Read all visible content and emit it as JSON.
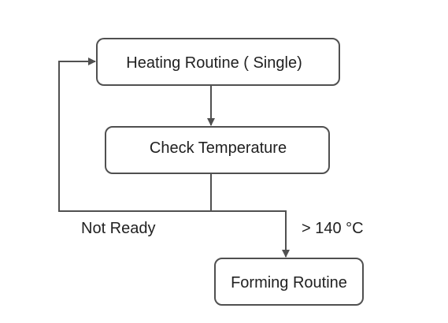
{
  "diagram": {
    "nodes": {
      "heating": {
        "label": "Heating Routine ( Single)"
      },
      "check": {
        "label": "Check Temperature"
      },
      "forming": {
        "label": "Forming Routine"
      }
    },
    "edges": {
      "not_ready": {
        "label": "Not Ready"
      },
      "ready": {
        "label": "> 140 °C"
      }
    },
    "colors": {
      "stroke": "#505050",
      "text": "#212121",
      "fill": "#ffffff"
    }
  }
}
